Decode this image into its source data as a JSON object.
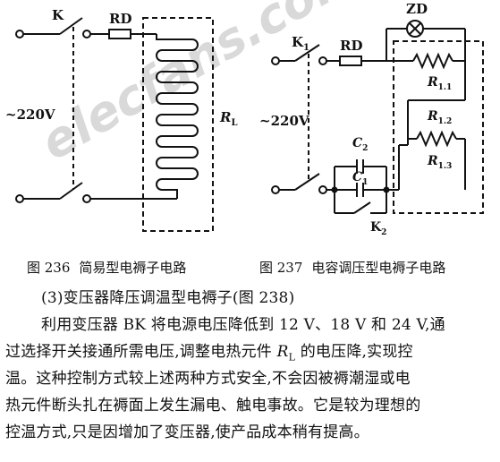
{
  "diagram": {
    "fig236": {
      "switch_label": "K",
      "fuse_label": "RD",
      "voltage_label": "~220V",
      "load_label": "R",
      "load_sub": "L",
      "caption_number": "图 236",
      "caption_title": "简易型电褥子电路"
    },
    "fig237": {
      "switch_label": "K",
      "switch_sub": "1",
      "fuse_label": "RD",
      "voltage_label": "~220V",
      "lamp_label": "ZD",
      "r1": {
        "main": "R",
        "sub": "1.1"
      },
      "r2": {
        "main": "R",
        "sub": "1.2"
      },
      "r3": {
        "main": "R",
        "sub": "1.3"
      },
      "cap1": {
        "main": "C",
        "sub": "1"
      },
      "cap2": {
        "main": "C",
        "sub": "2"
      },
      "k2": {
        "main": "K",
        "sub": "2"
      },
      "caption_number": "图 237",
      "caption_title": "电容调压型电褥子电路"
    },
    "watermark": "elecfans.com"
  },
  "text": {
    "heading": "(3)变压器降压调温型电褥子(图 238)",
    "line1": "利用变压器 BK 将电源电压降低到 12 V、18 V 和 24 V,通",
    "line2_a": "过选择开关接通所需电压,调整电热元件 ",
    "line2_r": "R",
    "line2_sub": "L",
    "line2_b": " 的电压降,实现控",
    "line3": "温。这种控制方式较上述两种方式安全,不会因被褥潮湿或电",
    "line4": "热元件断头扎在褥面上发生漏电、触电事故。它是较为理想的",
    "line5": "控温方式,只是因增加了变压器,使产品成本稍有提高。"
  }
}
